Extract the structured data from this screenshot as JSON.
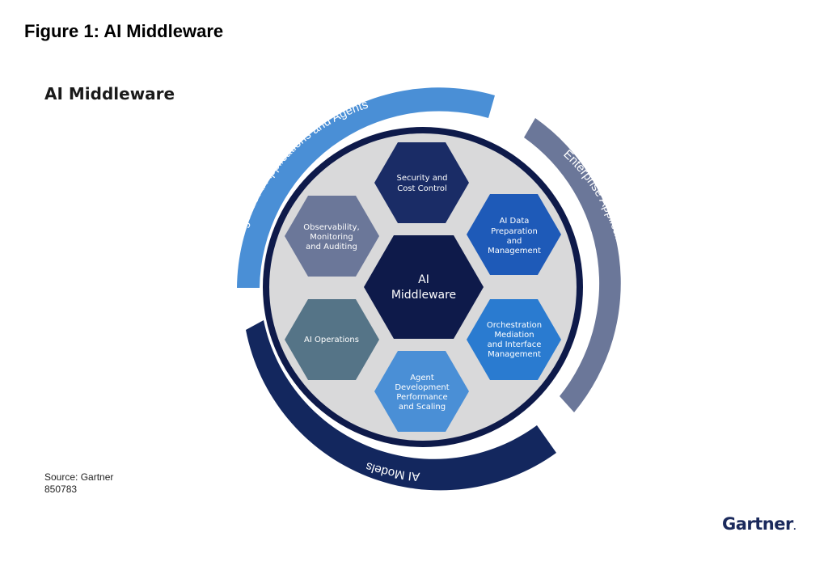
{
  "figure_title": "Figure 1: AI Middleware",
  "panel_title": "AI Middleware",
  "outer_rings": {
    "top_left": {
      "label": "Agentic AI Applications and Agents",
      "color": "#4a8fd6"
    },
    "right": {
      "label": "Enterprise Applications and Data",
      "color": "#6b7799"
    },
    "bottom": {
      "label": "AI Models",
      "color": "#13275e"
    }
  },
  "hexagons": {
    "center": {
      "lines": [
        "AI",
        "Middleware"
      ],
      "color": "#0e1a4a"
    },
    "top": {
      "lines": [
        "Security and",
        "Cost Control"
      ],
      "color": "#1a2c66"
    },
    "upper_right": {
      "lines": [
        "AI Data",
        "Preparation",
        "and",
        "Management"
      ],
      "color": "#1e5ab8"
    },
    "lower_right": {
      "lines": [
        "Orchestration",
        "Mediation",
        "and Interface",
        "Management"
      ],
      "color": "#2a7bd0"
    },
    "bottom": {
      "lines": [
        "Agent",
        "Development",
        "Performance",
        "and Scaling"
      ],
      "color": "#4a8fd6"
    },
    "lower_left": {
      "lines": [
        "AI Operations"
      ],
      "color": "#557487"
    },
    "upper_left": {
      "lines": [
        "Observability,",
        "Monitoring",
        "and Auditing"
      ],
      "color": "#6b7799"
    }
  },
  "source": {
    "label": "Source: Gartner",
    "id": "850783"
  },
  "logo": {
    "text": "Gartner"
  }
}
